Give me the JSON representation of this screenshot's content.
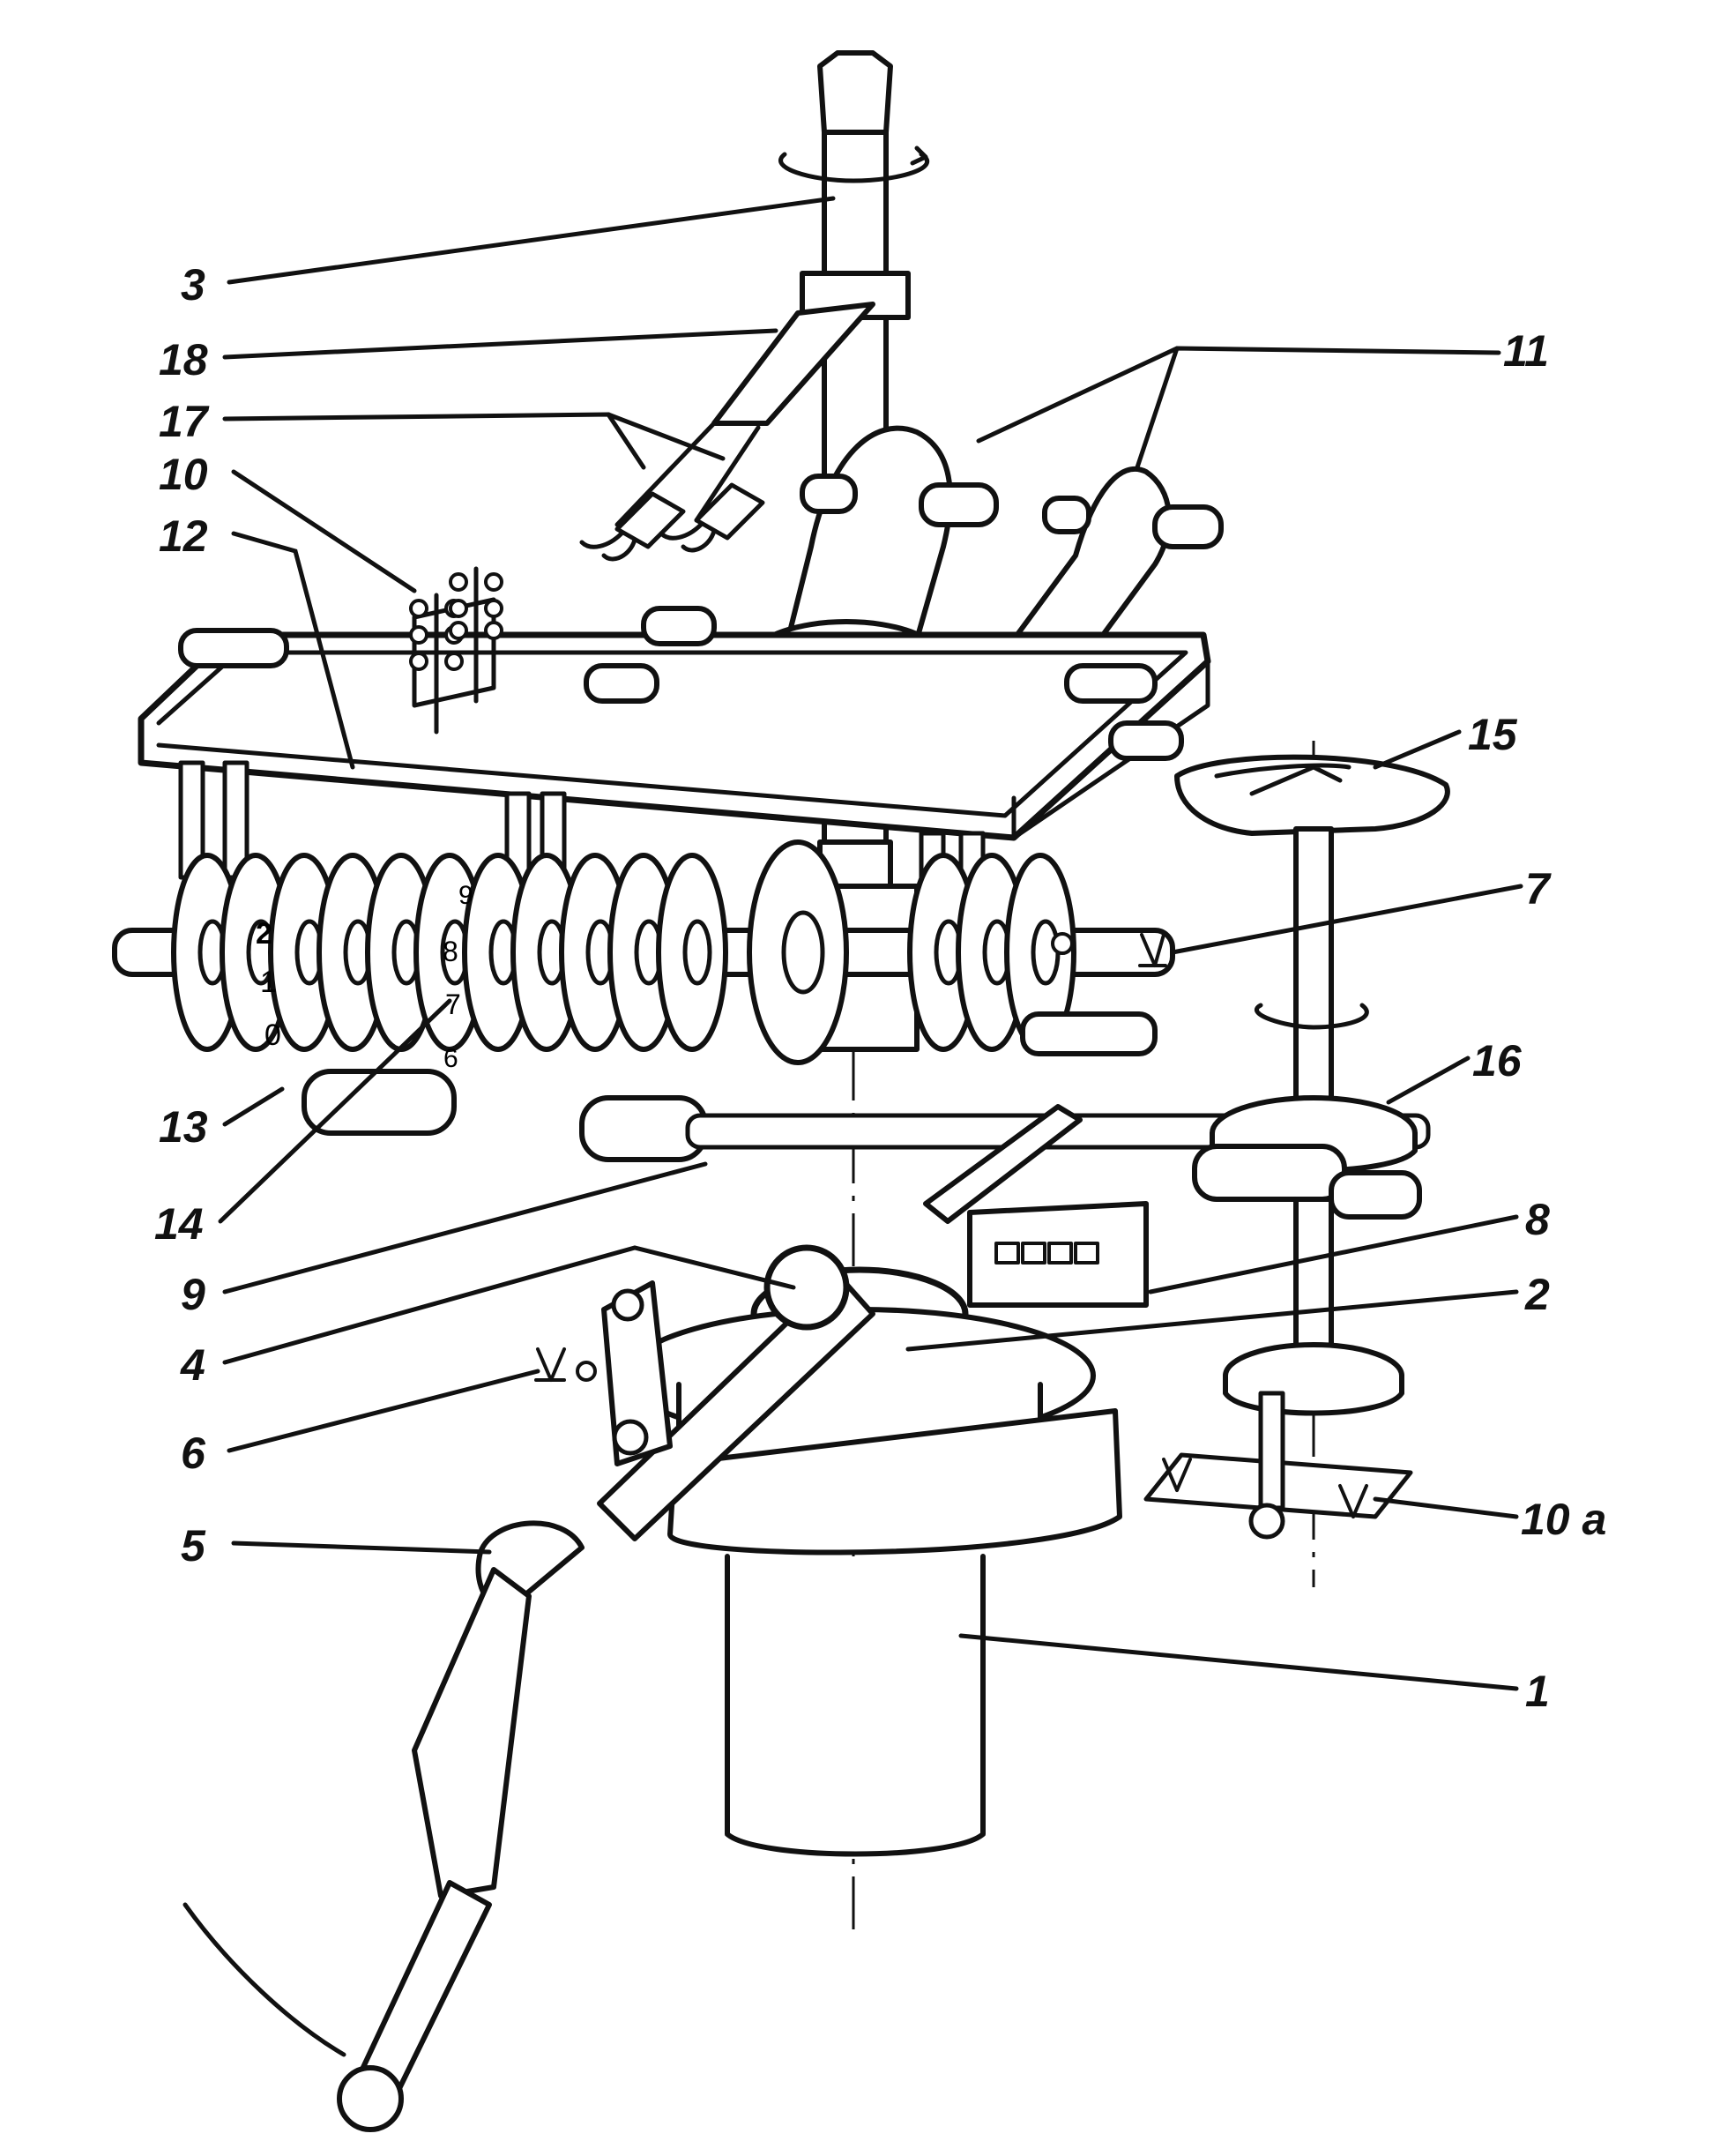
{
  "diagram": {
    "labels": [
      {
        "id": "1",
        "text": "1"
      },
      {
        "id": "2",
        "text": "2"
      },
      {
        "id": "3",
        "text": "3"
      },
      {
        "id": "4",
        "text": "4"
      },
      {
        "id": "5",
        "text": "5"
      },
      {
        "id": "6",
        "text": "6"
      },
      {
        "id": "7",
        "text": "7"
      },
      {
        "id": "8",
        "text": "8"
      },
      {
        "id": "9",
        "text": "9"
      },
      {
        "id": "10",
        "text": "10"
      },
      {
        "id": "10a",
        "text": "10 a"
      },
      {
        "id": "11",
        "text": "11"
      },
      {
        "id": "12",
        "text": "12"
      },
      {
        "id": "13",
        "text": "13"
      },
      {
        "id": "14",
        "text": "14"
      },
      {
        "id": "15",
        "text": "15"
      },
      {
        "id": "16",
        "text": "16"
      },
      {
        "id": "17",
        "text": "17"
      },
      {
        "id": "18",
        "text": "18"
      }
    ],
    "wheel_digits": [
      "2",
      "1",
      "0",
      "9",
      "8",
      "7",
      "6"
    ],
    "ink_color": "#111111",
    "paper_color": "#ffffff"
  }
}
